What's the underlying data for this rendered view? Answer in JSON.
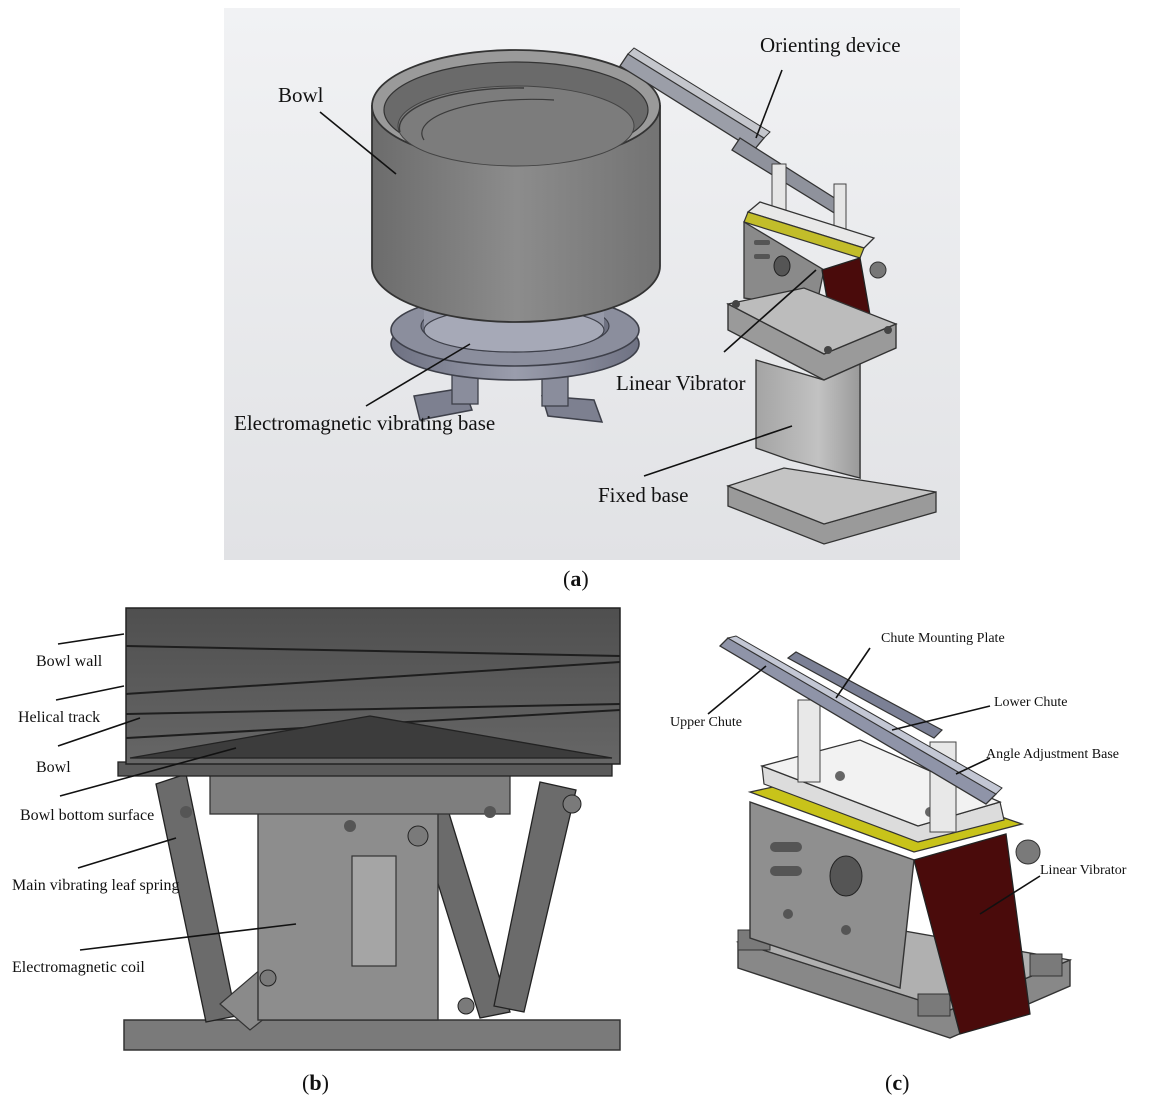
{
  "panels": {
    "a": {
      "caption_open": "(",
      "caption_letter": "a",
      "caption_close": ")",
      "labels": {
        "bowl": "Bowl",
        "orienting_device": "Orienting device",
        "linear_vibrator": "Linear Vibrator",
        "electromagnetic_base": "Electromagnetic vibrating base",
        "fixed_base": "Fixed base"
      }
    },
    "b": {
      "caption_open": "(",
      "caption_letter": "b",
      "caption_close": ")",
      "labels": {
        "bowl_wall": "Bowl wall",
        "helical_track": "Helical track",
        "bowl": "Bowl",
        "bowl_bottom_surface": "Bowl bottom surface",
        "main_leaf_spring": "Main vibrating leaf spring",
        "electromagnetic_coil": "Electromagnetic coil"
      }
    },
    "c": {
      "caption_open": "(",
      "caption_letter": "c",
      "caption_close": ")",
      "labels": {
        "chute_mounting_plate": "Chute Mounting Plate",
        "upper_chute": "Upper Chute",
        "lower_chute": "Lower Chute",
        "angle_adjustment_base": "Angle Adjustment Base",
        "linear_vibrator": "Linear Vibrator"
      }
    }
  },
  "colors": {
    "steel_dark": "#5e5e5e",
    "steel_mid": "#8a8a8a",
    "steel_light": "#b9b9b9",
    "bowl_blue": "#7c7f8f",
    "yellow_plate": "#c8c31a",
    "coil_red": "#4a0b0b",
    "background_grey": "#e9eaec"
  }
}
